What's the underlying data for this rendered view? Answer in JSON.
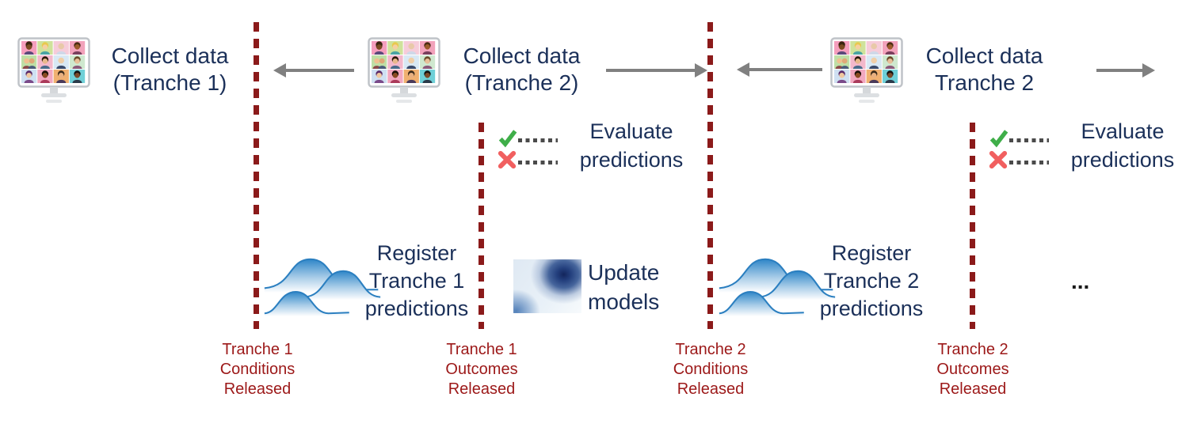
{
  "colors": {
    "heading": "#1b3059",
    "timeline": "#8b1a1a",
    "milestone": "#9c1818",
    "arrow": "#808080",
    "check": "#3fae49",
    "cross": "#f15f5f",
    "dots": "#4a4a4a"
  },
  "stages": [
    {
      "line1": "Collect data",
      "line2": "(Tranche 1)",
      "icon": "video-call-monitor-icon"
    },
    {
      "line1": "Collect data",
      "line2": "(Tranche 2)",
      "icon": "video-call-monitor-icon"
    },
    {
      "line1": "Collect data",
      "line2": "Tranche 2",
      "icon": "video-call-monitor-icon"
    }
  ],
  "evaluate": {
    "line1": "Evaluate",
    "line2": "predictions",
    "icons": [
      "check-icon",
      "cross-icon"
    ]
  },
  "register_1": {
    "line1": "Register",
    "line2": "Tranche 1",
    "line3": "predictions",
    "icon": "density-curves-icon"
  },
  "register_2": {
    "line1": "Register",
    "line2": "Tranche 2",
    "line3": "predictions",
    "icon": "density-curves-icon"
  },
  "update": {
    "line1": "Update",
    "line2": "models",
    "icon": "heatmap-icon"
  },
  "milestones": [
    {
      "line1": "Tranche 1",
      "line2": "Conditions",
      "line3": "Released"
    },
    {
      "line1": "Tranche 1",
      "line2": "Outcomes",
      "line3": "Released"
    },
    {
      "line1": "Tranche 2",
      "line2": "Conditions",
      "line3": "Released"
    },
    {
      "line1": "Tranche 2",
      "line2": "Outcomes",
      "line3": "Released"
    }
  ],
  "ellipsis": "..."
}
